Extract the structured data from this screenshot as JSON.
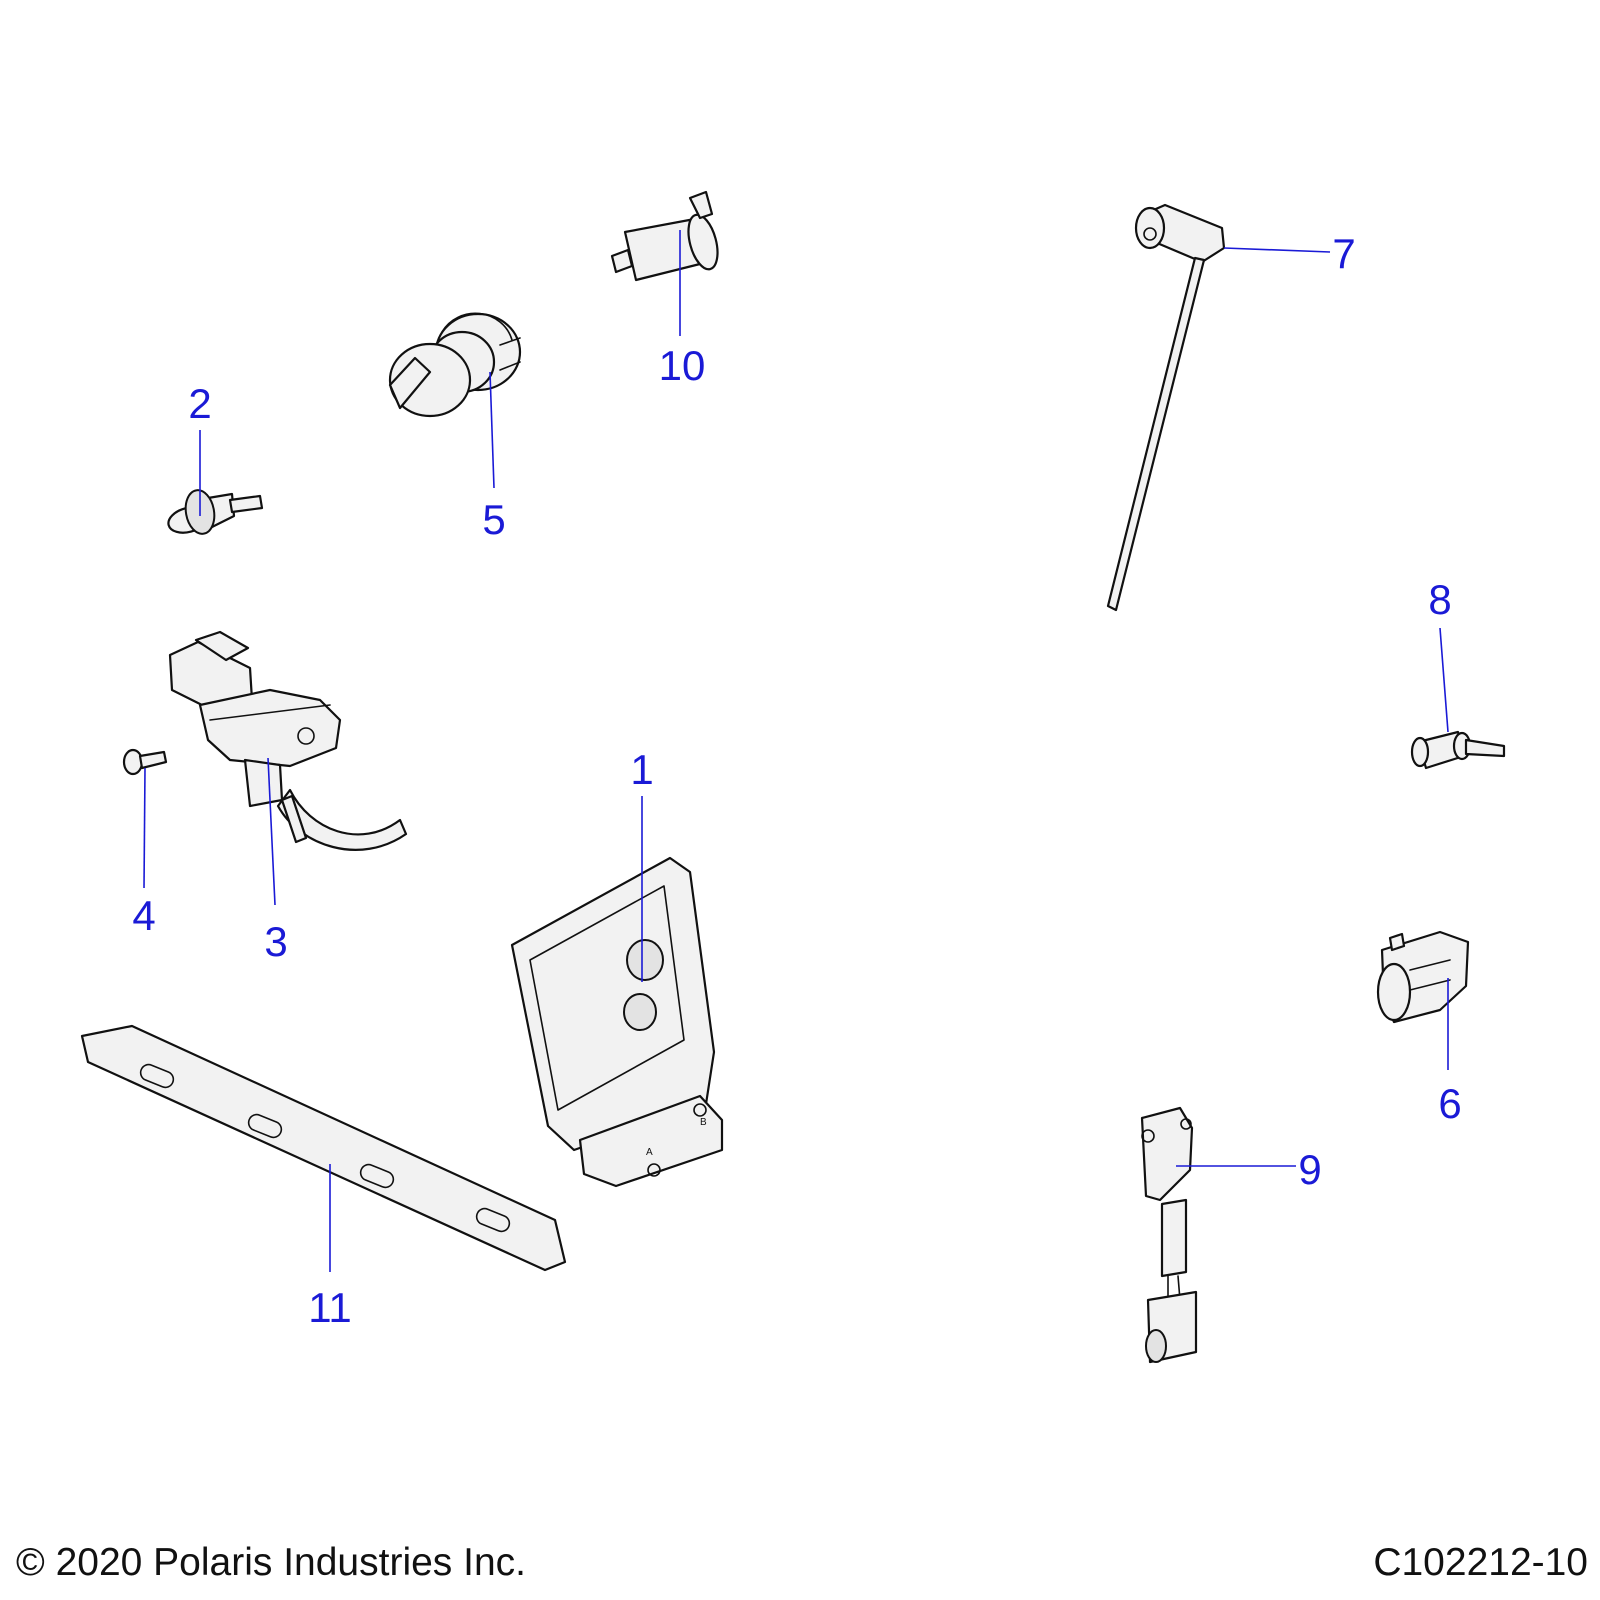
{
  "callouts": [
    {
      "id": "1",
      "label": "1"
    },
    {
      "id": "2",
      "label": "2"
    },
    {
      "id": "3",
      "label": "3"
    },
    {
      "id": "4",
      "label": "4"
    },
    {
      "id": "5",
      "label": "5"
    },
    {
      "id": "6",
      "label": "6"
    },
    {
      "id": "7",
      "label": "7"
    },
    {
      "id": "8",
      "label": "8"
    },
    {
      "id": "9",
      "label": "9"
    },
    {
      "id": "10",
      "label": "10"
    },
    {
      "id": "11",
      "label": "11"
    }
  ],
  "ecu_labels": {
    "port_a": "A",
    "port_b": "B"
  },
  "footer": {
    "copyright": "© 2020 Polaris Industries Inc.",
    "drawing_id": "C102212-10"
  },
  "colors": {
    "callout": "#1a1ad6",
    "line": "#111111",
    "part_fill": "#f2f2f2"
  }
}
